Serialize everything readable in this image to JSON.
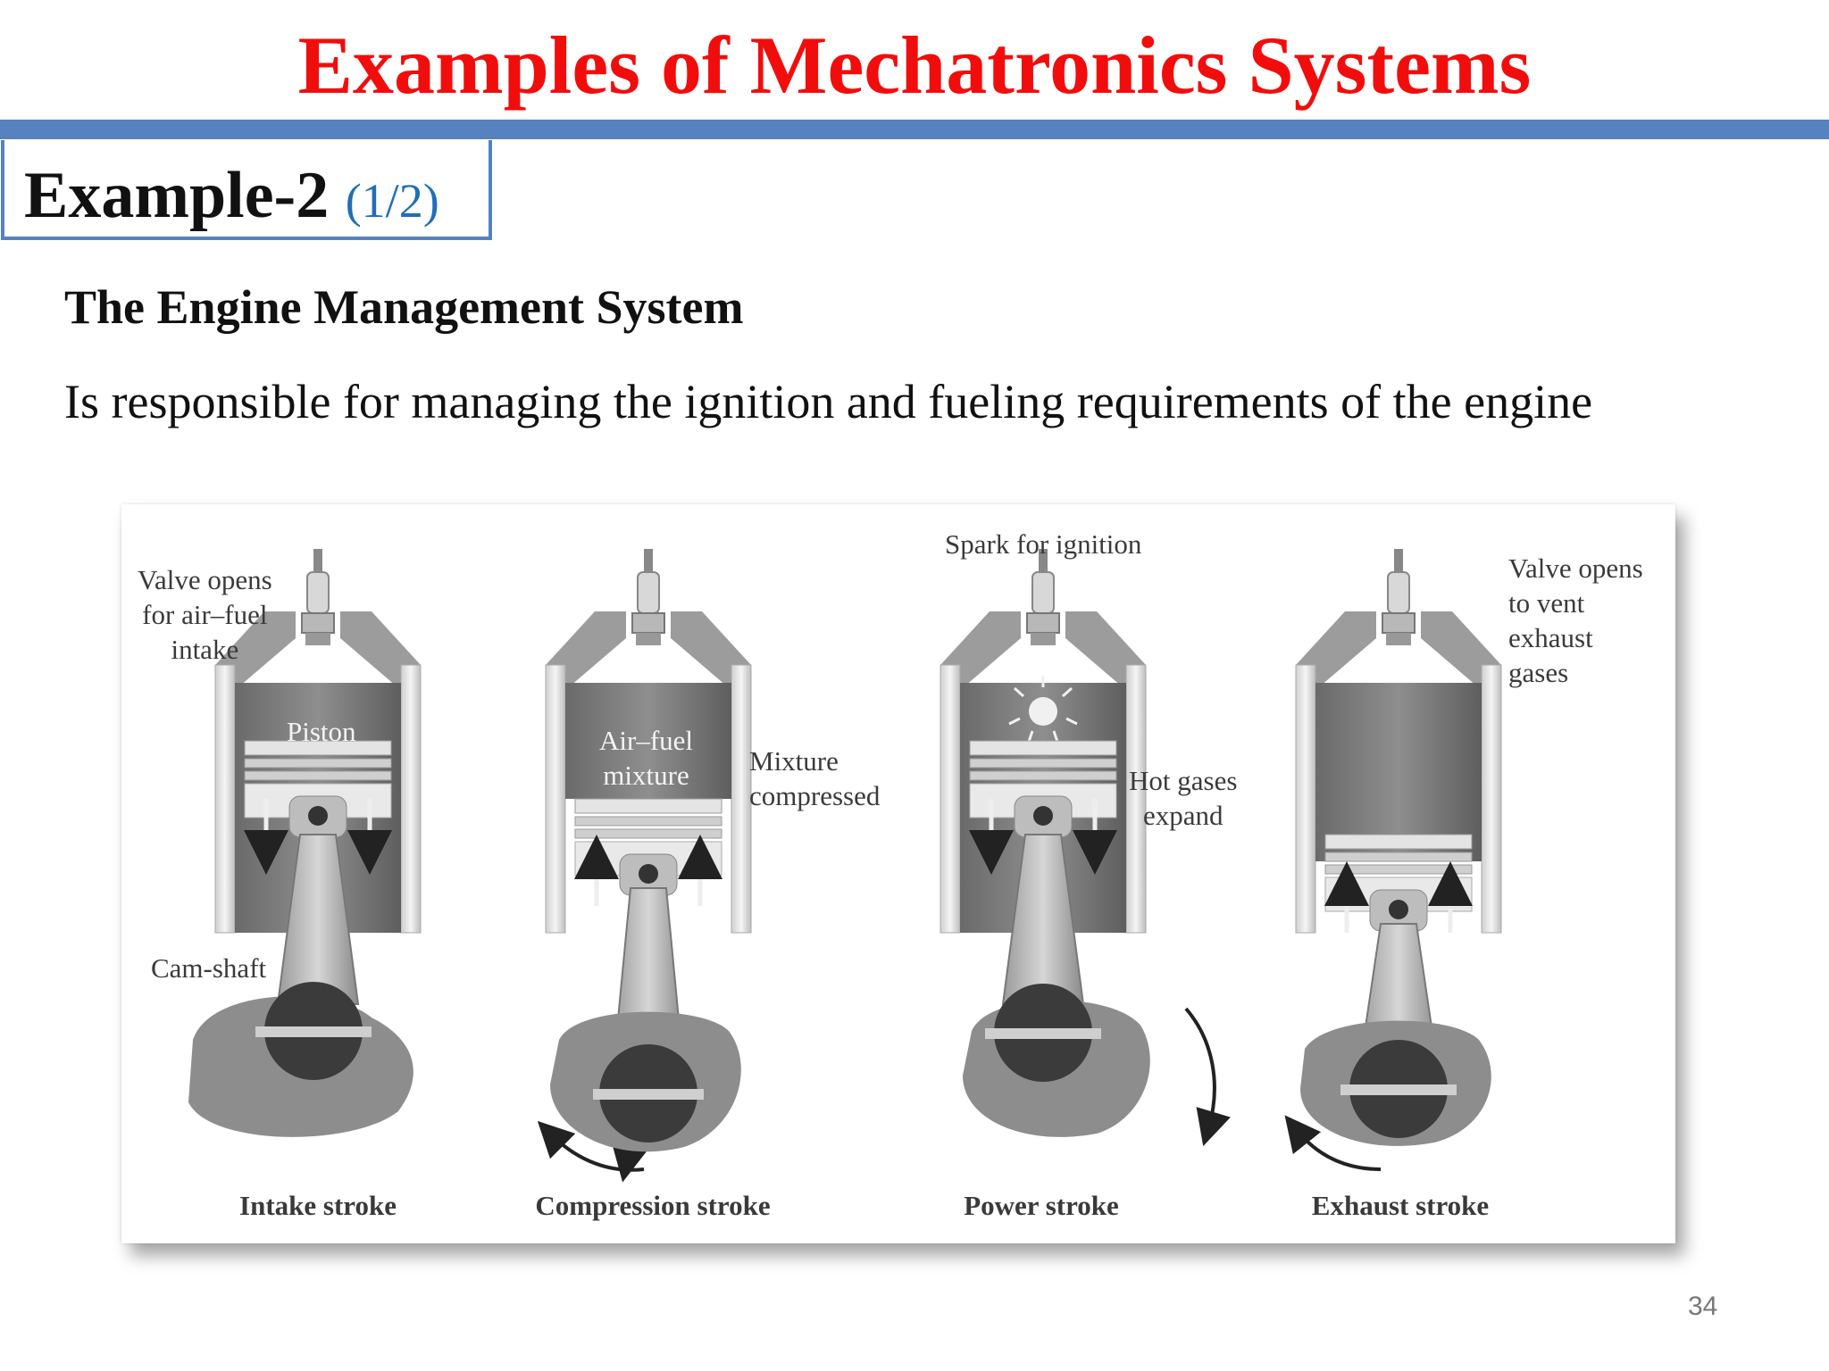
{
  "slide": {
    "title": "Examples of Mechatronics Systems",
    "example_label": "Example-2",
    "example_part": "(1/2)",
    "subtitle": "The Engine Management System",
    "description": "Is responsible for managing the ignition and fueling requirements of the engine",
    "page_number": "34"
  },
  "figure": {
    "labels": {
      "intake_valve": "Valve opens\nfor air–fuel\nintake",
      "piston": "Piston",
      "cam_shaft": "Cam-shaft",
      "air_fuel": "Air–fuel\nmixture",
      "mixture_compressed": "Mixture\ncompressed",
      "spark": "Spark for ignition",
      "hot_gases": "Hot gases\nexpand",
      "exhaust_valve": "Valve opens\nto vent\nexhaust\ngases"
    },
    "strokes": [
      "Intake stroke",
      "Compression stroke",
      "Power stroke",
      "Exhaust stroke"
    ]
  },
  "colors": {
    "title": "#f20d0d",
    "rule": "#5682c0",
    "example_part": "#1f6fb8"
  }
}
